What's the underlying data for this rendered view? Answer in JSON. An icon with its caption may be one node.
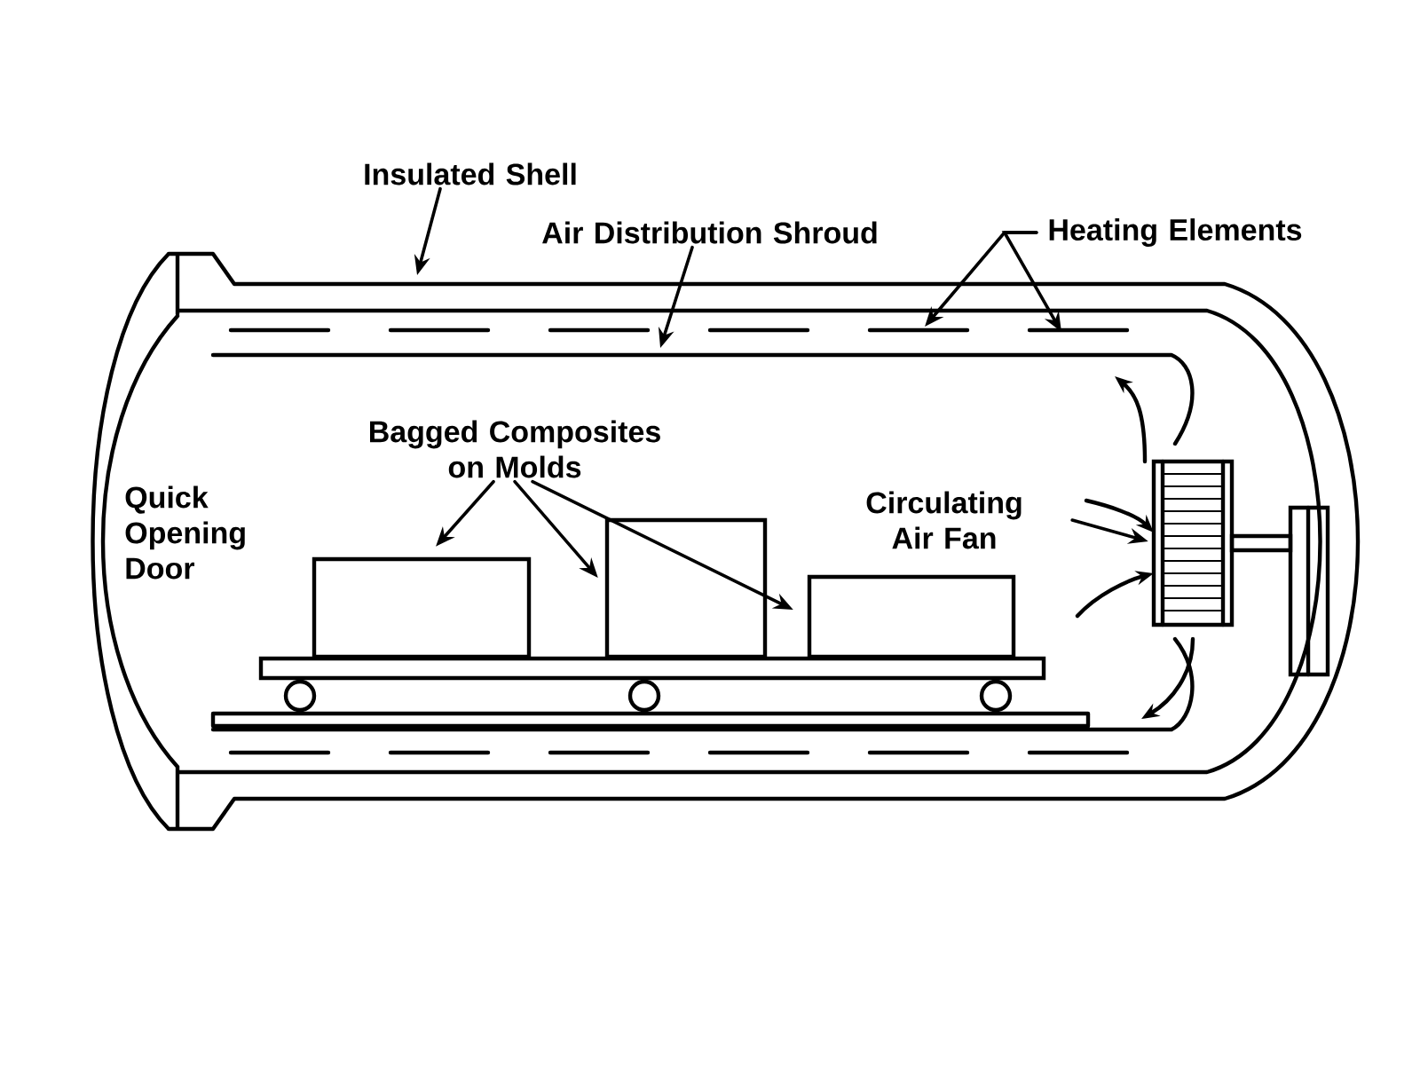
{
  "diagram": {
    "nodes": [
      {
        "text": [
          "Insulated Shell"
        ]
      },
      {
        "text": [
          "Air Distribution Shroud"
        ]
      },
      {
        "text": [
          "Heating Elements"
        ]
      },
      {
        "text": [
          "Bagged Composites on Molds"
        ]
      },
      {
        "text": [
          "Circulating Air Fan"
        ]
      },
      {
        "text": [],
        "shape": "box"
      },
      {
        "text": [],
        "shape": "box"
      },
      {
        "text": [],
        "shape": "box"
      },
      {
        "text": [],
        "shape": "picture"
      }
    ],
    "edges": [
      {
        "from": 0,
        "to": null,
        "arrow": "to"
      },
      {
        "from": 1,
        "to": null,
        "arrow": "to"
      },
      {
        "from": 2,
        "to": null,
        "arrow": "to"
      },
      {
        "from": 2,
        "to": null,
        "arrow": "to"
      },
      {
        "from": 3,
        "to": 5,
        "arrow": "to"
      },
      {
        "from": 3,
        "to": 6,
        "arrow": "to"
      },
      {
        "from": 3,
        "to": 7,
        "arrow": "to"
      },
      {
        "from": 4,
        "to": 8,
        "arrow": "to"
      }
    ],
    "labels": [
      "Quick Opening Door"
    ]
  }
}
